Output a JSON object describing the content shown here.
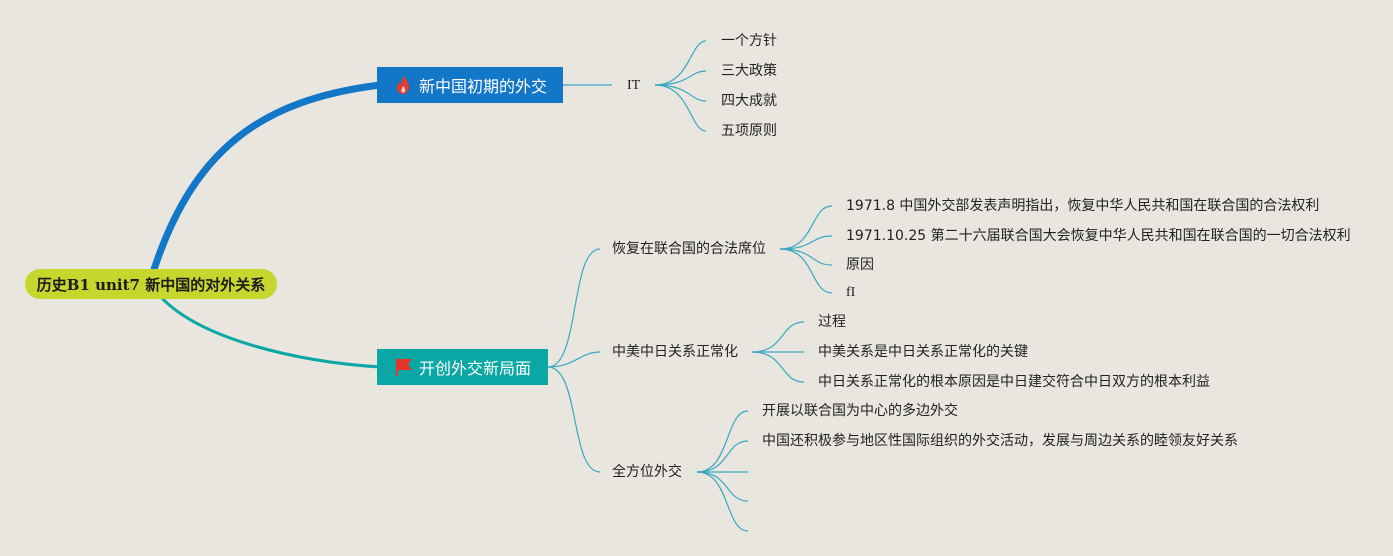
{
  "root": {
    "label": "历史B1 unit7 新中国的对外关系"
  },
  "branch1": {
    "label": "新中国初期的外交",
    "icon": "fire-icon",
    "color": "#1377c7",
    "sub_label": "IT",
    "children": [
      "一个方针",
      "三大政策",
      "四大成就",
      "五项原则"
    ]
  },
  "branch2": {
    "label": "开创外交新局面",
    "icon": "flag-icon",
    "color": "#0aa7a5",
    "topics": [
      {
        "label": "恢复在联合国的合法席位",
        "children": [
          "1971.8 中国外交部发表声明指出，恢复中华人民共和国在联合国的合法权利",
          "1971.10.25 第二十六届联合国大会恢复中华人民共和国在联合国的一切合法权利",
          "原因",
          "fI"
        ]
      },
      {
        "label": "中美中日关系正常化",
        "children": [
          "过程",
          "中美关系是中日关系正常化的关键",
          "中日关系正常化的根本原因是中日建交符合中日双方的根本利益"
        ]
      },
      {
        "label": "全方位外交",
        "children": [
          "开展以联合国为中心的多边外交",
          "中国还积极参与地区性国际组织的外交活动，发展与周边关系的睦领友好关系",
          "",
          "",
          ""
        ]
      }
    ]
  },
  "colors": {
    "background": "#e8e6df",
    "root": "#c6d62c",
    "branch_blue": "#1377c7",
    "branch_teal": "#0aa7a5",
    "thin_line": "#3aa9c0"
  }
}
